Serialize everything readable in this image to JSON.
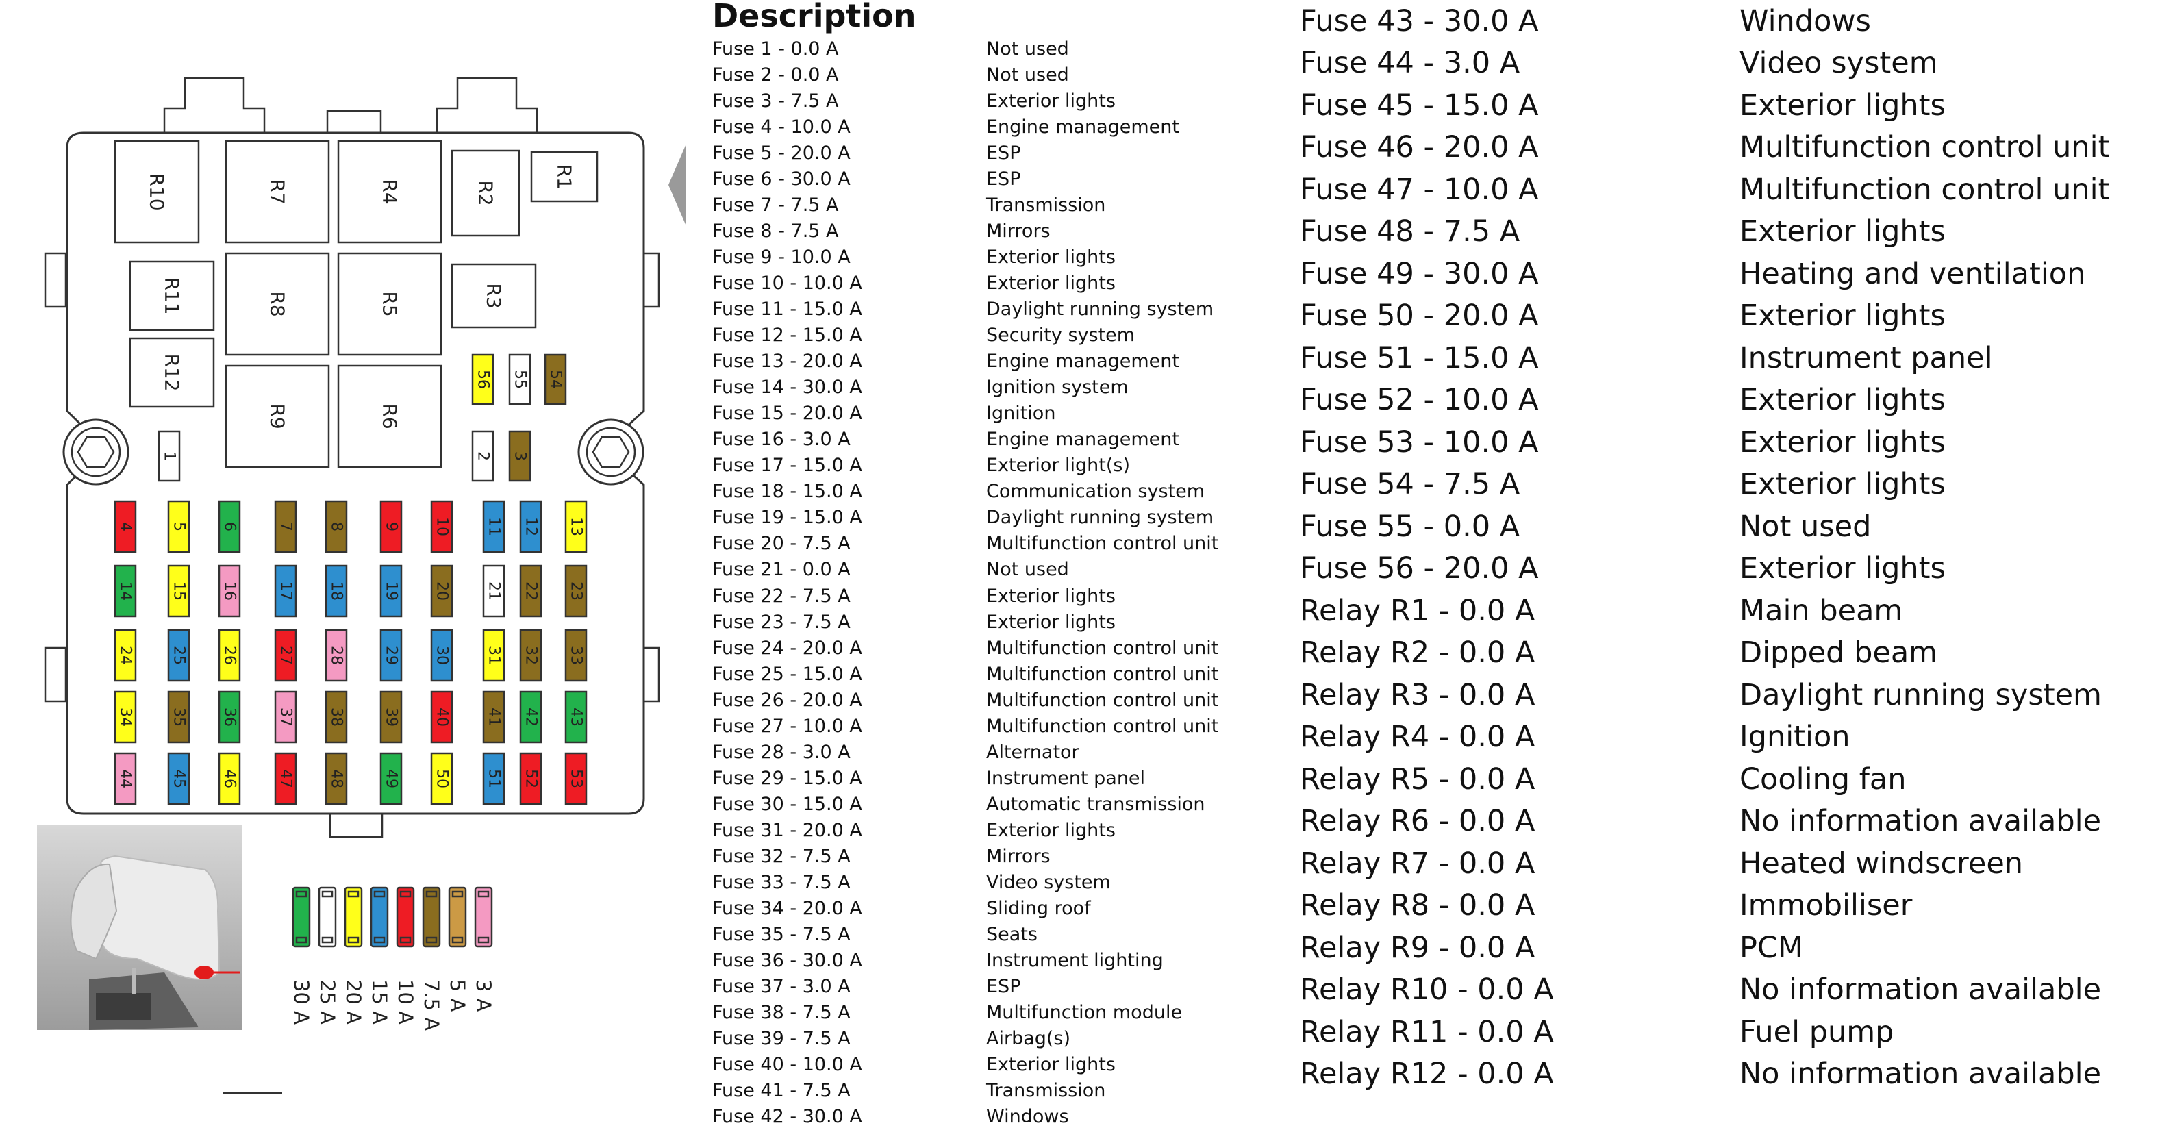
{
  "description_title": "Description",
  "diagram": {
    "relays": [
      "R10",
      "R7",
      "R4",
      "R2",
      "R1",
      "R11",
      "R8",
      "R5",
      "R3",
      "R12",
      "R9",
      "R6"
    ],
    "fuses": [
      {
        "n": "1",
        "color": "white"
      },
      {
        "n": "2",
        "color": "white"
      },
      {
        "n": "3",
        "color": "olive"
      },
      {
        "n": "4",
        "color": "red"
      },
      {
        "n": "5",
        "color": "yellow"
      },
      {
        "n": "6",
        "color": "green"
      },
      {
        "n": "7",
        "color": "olive"
      },
      {
        "n": "8",
        "color": "olive"
      },
      {
        "n": "9",
        "color": "red"
      },
      {
        "n": "10",
        "color": "red"
      },
      {
        "n": "11",
        "color": "blue"
      },
      {
        "n": "12",
        "color": "blue"
      },
      {
        "n": "13",
        "color": "yellow"
      },
      {
        "n": "14",
        "color": "green"
      },
      {
        "n": "15",
        "color": "yellow"
      },
      {
        "n": "16",
        "color": "pink"
      },
      {
        "n": "17",
        "color": "blue"
      },
      {
        "n": "18",
        "color": "blue"
      },
      {
        "n": "19",
        "color": "blue"
      },
      {
        "n": "20",
        "color": "olive"
      },
      {
        "n": "21",
        "color": "white"
      },
      {
        "n": "22",
        "color": "olive"
      },
      {
        "n": "23",
        "color": "olive"
      },
      {
        "n": "24",
        "color": "yellow"
      },
      {
        "n": "25",
        "color": "blue"
      },
      {
        "n": "26",
        "color": "yellow"
      },
      {
        "n": "27",
        "color": "red"
      },
      {
        "n": "28",
        "color": "pink"
      },
      {
        "n": "29",
        "color": "blue"
      },
      {
        "n": "30",
        "color": "blue"
      },
      {
        "n": "31",
        "color": "yellow"
      },
      {
        "n": "32",
        "color": "olive"
      },
      {
        "n": "33",
        "color": "olive"
      },
      {
        "n": "34",
        "color": "yellow"
      },
      {
        "n": "35",
        "color": "olive"
      },
      {
        "n": "36",
        "color": "green"
      },
      {
        "n": "37",
        "color": "pink"
      },
      {
        "n": "38",
        "color": "olive"
      },
      {
        "n": "39",
        "color": "olive"
      },
      {
        "n": "40",
        "color": "red"
      },
      {
        "n": "41",
        "color": "olive"
      },
      {
        "n": "42",
        "color": "green"
      },
      {
        "n": "43",
        "color": "green"
      },
      {
        "n": "44",
        "color": "pink"
      },
      {
        "n": "45",
        "color": "blue"
      },
      {
        "n": "46",
        "color": "yellow"
      },
      {
        "n": "47",
        "color": "red"
      },
      {
        "n": "48",
        "color": "olive"
      },
      {
        "n": "49",
        "color": "green"
      },
      {
        "n": "50",
        "color": "yellow"
      },
      {
        "n": "51",
        "color": "blue"
      },
      {
        "n": "52",
        "color": "red"
      },
      {
        "n": "53",
        "color": "red"
      },
      {
        "n": "56",
        "color": "yellow"
      },
      {
        "n": "55",
        "color": "white"
      },
      {
        "n": "54",
        "color": "olive"
      }
    ],
    "legend": [
      {
        "color": "green",
        "label": "30 A"
      },
      {
        "color": "white",
        "label": "25 A"
      },
      {
        "color": "yellow",
        "label": "20 A"
      },
      {
        "color": "blue",
        "label": "15 A"
      },
      {
        "color": "red",
        "label": "10 A"
      },
      {
        "color": "olive",
        "label": "7.5 A"
      },
      {
        "color": "tan",
        "label": "5 A"
      },
      {
        "color": "pink",
        "label": "3 A"
      }
    ]
  },
  "colors": {
    "red": "#ee1c24",
    "yellow": "#ffff1a",
    "green": "#22b24c",
    "blue": "#2e8fcf",
    "olive": "#8a6d1f",
    "pink": "#f49ac2",
    "white": "#ffffff",
    "tan": "#cc9a45"
  },
  "left_list": [
    {
      "name": "Fuse 1 - 0.0 A",
      "desc": "Not used"
    },
    {
      "name": "Fuse 2 - 0.0 A",
      "desc": "Not used"
    },
    {
      "name": "Fuse 3 - 7.5 A",
      "desc": "Exterior lights"
    },
    {
      "name": "Fuse 4 - 10.0 A",
      "desc": "Engine management"
    },
    {
      "name": "Fuse 5 - 20.0 A",
      "desc": "ESP"
    },
    {
      "name": "Fuse 6 - 30.0 A",
      "desc": "ESP"
    },
    {
      "name": "Fuse 7 - 7.5 A",
      "desc": "Transmission"
    },
    {
      "name": "Fuse 8 - 7.5 A",
      "desc": "Mirrors"
    },
    {
      "name": "Fuse 9 - 10.0 A",
      "desc": "Exterior lights"
    },
    {
      "name": "Fuse 10 - 10.0 A",
      "desc": "Exterior lights"
    },
    {
      "name": "Fuse 11 - 15.0 A",
      "desc": "Daylight running system"
    },
    {
      "name": "Fuse 12 - 15.0 A",
      "desc": "Security system"
    },
    {
      "name": "Fuse 13 - 20.0 A",
      "desc": "Engine management"
    },
    {
      "name": "Fuse 14 - 30.0 A",
      "desc": "Ignition system"
    },
    {
      "name": "Fuse 15 - 20.0 A",
      "desc": "Ignition"
    },
    {
      "name": "Fuse 16 - 3.0 A",
      "desc": "Engine management"
    },
    {
      "name": "Fuse 17 - 15.0 A",
      "desc": "Exterior light(s)"
    },
    {
      "name": "Fuse 18 - 15.0 A",
      "desc": "Communication system"
    },
    {
      "name": "Fuse 19 - 15.0 A",
      "desc": "Daylight running system"
    },
    {
      "name": "Fuse 20 - 7.5 A",
      "desc": "Multifunction control unit"
    },
    {
      "name": "Fuse 21 - 0.0 A",
      "desc": "Not used"
    },
    {
      "name": "Fuse 22 - 7.5 A",
      "desc": "Exterior lights"
    },
    {
      "name": "Fuse 23 - 7.5 A",
      "desc": "Exterior lights"
    },
    {
      "name": "Fuse 24 - 20.0 A",
      "desc": "Multifunction control unit"
    },
    {
      "name": "Fuse 25 - 15.0 A",
      "desc": "Multifunction control unit"
    },
    {
      "name": "Fuse 26 - 20.0 A",
      "desc": "Multifunction control unit"
    },
    {
      "name": "Fuse 27 - 10.0 A",
      "desc": "Multifunction control unit"
    },
    {
      "name": "Fuse 28 - 3.0 A",
      "desc": "Alternator"
    },
    {
      "name": "Fuse 29 - 15.0 A",
      "desc": "Instrument panel"
    },
    {
      "name": "Fuse 30 - 15.0 A",
      "desc": "Automatic transmission"
    },
    {
      "name": "Fuse 31 - 20.0 A",
      "desc": "Exterior lights"
    },
    {
      "name": "Fuse 32 - 7.5 A",
      "desc": "Mirrors"
    },
    {
      "name": "Fuse 33 - 7.5 A",
      "desc": "Video system"
    },
    {
      "name": "Fuse 34 - 20.0 A",
      "desc": "Sliding roof"
    },
    {
      "name": "Fuse 35 - 7.5 A",
      "desc": "Seats"
    },
    {
      "name": "Fuse 36 - 30.0 A",
      "desc": "Instrument lighting"
    },
    {
      "name": "Fuse 37 - 3.0 A",
      "desc": "ESP"
    },
    {
      "name": "Fuse 38 - 7.5 A",
      "desc": "Multifunction module"
    },
    {
      "name": "Fuse 39 - 7.5 A",
      "desc": "Airbag(s)"
    },
    {
      "name": "Fuse 40 - 10.0 A",
      "desc": "Exterior lights"
    },
    {
      "name": "Fuse 41 - 7.5 A",
      "desc": "Transmission"
    },
    {
      "name": "Fuse 42 - 30.0 A",
      "desc": "Windows"
    }
  ],
  "right_list": [
    {
      "name": "Fuse 43 - 30.0 A",
      "desc": "Windows"
    },
    {
      "name": "Fuse 44 - 3.0 A",
      "desc": "Video system"
    },
    {
      "name": "Fuse 45 - 15.0 A",
      "desc": "Exterior lights"
    },
    {
      "name": "Fuse 46 - 20.0 A",
      "desc": "Multifunction control unit"
    },
    {
      "name": "Fuse 47 - 10.0 A",
      "desc": "Multifunction control unit"
    },
    {
      "name": "Fuse 48 - 7.5 A",
      "desc": "Exterior lights"
    },
    {
      "name": "Fuse 49 - 30.0 A",
      "desc": "Heating and ventilation"
    },
    {
      "name": "Fuse 50 - 20.0 A",
      "desc": "Exterior lights"
    },
    {
      "name": "Fuse 51 - 15.0 A",
      "desc": "Instrument panel"
    },
    {
      "name": "Fuse 52 - 10.0 A",
      "desc": "Exterior lights"
    },
    {
      "name": "Fuse 53 - 10.0 A",
      "desc": "Exterior lights"
    },
    {
      "name": "Fuse 54 - 7.5 A",
      "desc": "Exterior lights"
    },
    {
      "name": "Fuse 55 - 0.0 A",
      "desc": "Not used"
    },
    {
      "name": "Fuse 56 - 20.0 A",
      "desc": "Exterior lights"
    },
    {
      "name": "Relay R1 - 0.0 A",
      "desc": "Main beam"
    },
    {
      "name": "Relay R2 - 0.0 A",
      "desc": "Dipped beam"
    },
    {
      "name": "Relay R3 - 0.0 A",
      "desc": "Daylight running system"
    },
    {
      "name": "Relay R4 - 0.0 A",
      "desc": "Ignition"
    },
    {
      "name": "Relay R5 - 0.0 A",
      "desc": "Cooling fan"
    },
    {
      "name": "Relay R6 - 0.0 A",
      "desc": "No information available"
    },
    {
      "name": "Relay R7 - 0.0 A",
      "desc": "Heated windscreen"
    },
    {
      "name": "Relay R8 - 0.0 A",
      "desc": "Immobiliser"
    },
    {
      "name": "Relay R9 - 0.0 A",
      "desc": "PCM"
    },
    {
      "name": "Relay R10 - 0.0 A",
      "desc": "No information available"
    },
    {
      "name": "Relay R11 - 0.0 A",
      "desc": "Fuel pump"
    },
    {
      "name": "Relay R12 - 0.0 A",
      "desc": "No information available"
    }
  ]
}
